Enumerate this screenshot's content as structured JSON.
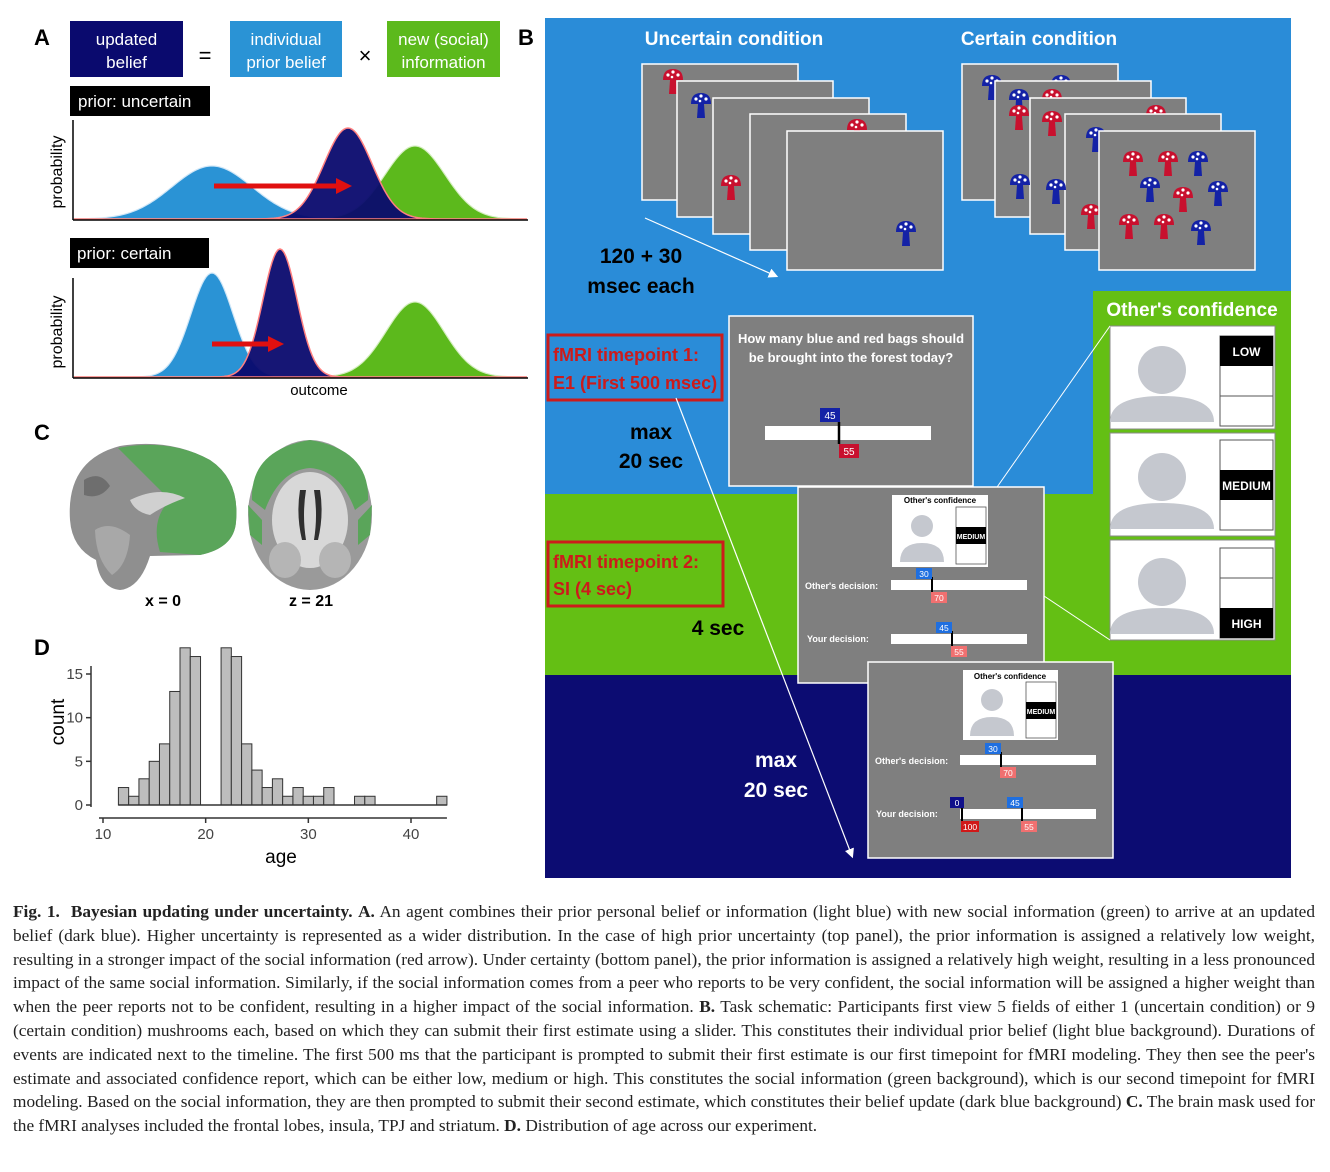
{
  "panelA": {
    "label": "A",
    "eq_updated": [
      "updated",
      "belief"
    ],
    "eq_equals": "=",
    "eq_prior": [
      "individual",
      "prior belief"
    ],
    "eq_times": "×",
    "eq_new": [
      "new (social)",
      "information"
    ],
    "title_uncertain": "prior: uncertain",
    "title_certain": "prior: certain",
    "ylabel": "probability",
    "xlabel": "outcome"
  },
  "panelB": {
    "label": "B",
    "uncertain_title": "Uncertain condition",
    "certain_title": "Certain condition",
    "timing1": [
      "120 + 30",
      "msec each"
    ],
    "timepoint1": [
      "fMRI timepoint 1:",
      "E1 (First 500 msec)"
    ],
    "timing2": [
      "max",
      "20 sec"
    ],
    "question": [
      "How many blue and red bags should",
      "be brought into the forest today?"
    ],
    "slider1_blue": "45",
    "slider1_red": "55",
    "timepoint2": [
      "fMRI timepoint 2:",
      "SI (4 sec)"
    ],
    "timing3": "4 sec",
    "timing4": [
      "max",
      "20 sec"
    ],
    "others_confidence_title": "Other's confidence",
    "confidence_levels": [
      "LOW",
      "MEDIUM",
      "HIGH"
    ],
    "screen2": {
      "conf_title": "Other's confidence",
      "conf_level": "MEDIUM",
      "others_decision_label": "Other's decision:",
      "others_blue": "30",
      "others_red": "70",
      "your_decision_label": "Your decision:",
      "your_blue": "45",
      "your_red": "55"
    },
    "screen3": {
      "conf_title": "Other's confidence",
      "conf_level": "MEDIUM",
      "others_decision_label": "Other's decision:",
      "others_blue": "30",
      "others_red": "70",
      "your_decision_label": "Your decision:",
      "your_blue_new": "0",
      "your_red_new": "100",
      "your_blue_old": "45",
      "your_red_old": "55"
    }
  },
  "panelC": {
    "label": "C",
    "sagittal_label": "x = 0",
    "axial_label": "z = 21"
  },
  "panelD": {
    "label": "D",
    "xlabel": "age",
    "ylabel": "count"
  },
  "chart_data": {
    "type": "bar",
    "title": "",
    "xlabel": "age",
    "ylabel": "count",
    "bin_width": 1,
    "x": [
      12,
      13,
      14,
      15,
      16,
      17,
      18,
      19,
      22,
      23,
      24,
      25,
      26,
      27,
      28,
      29,
      30,
      31,
      32,
      35,
      36,
      43
    ],
    "values": [
      2,
      1,
      3,
      5,
      7,
      13,
      18,
      17,
      18,
      17,
      7,
      4,
      2,
      3,
      1,
      2,
      1,
      1,
      2,
      1,
      1,
      1
    ],
    "xlim": [
      10,
      44
    ],
    "ylim": [
      0,
      19
    ],
    "xticks": [
      "10",
      "20",
      "30",
      "40"
    ],
    "yticks": [
      "0",
      "5",
      "10",
      "15"
    ],
    "grid": false
  },
  "caption": {
    "fig": "Fig. 1.",
    "title": "Bayesian updating under uncertainty.",
    "a_label": "A.",
    "a_text": "An agent combines their prior personal belief or information (light blue) with new social information (green) to arrive at an updated belief (dark blue). Higher uncertainty is represented as a wider distribution. In the case of high prior uncertainty (top panel), the prior information is assigned a relatively low weight, resulting in a stronger impact of the social information (red arrow). Under certainty (bottom panel), the prior information is assigned a relatively high weight, resulting in a less pronounced impact of the same social information. Similarly, if the social information comes from a peer who reports to be very confident, the social information will be assigned a higher weight than when the peer reports not to be confident, resulting in a higher impact of the social information.",
    "b_label": "B.",
    "b_text": "Task schematic: Participants first view 5 fields of either 1 (uncertain condition) or 9 (certain condition) mushrooms each, based on which they can submit their first estimate using a slider. This constitutes their individual prior belief (light blue background). Durations of events are indicated next to the timeline. The first 500 ms that the participant is prompted to submit their first estimate is our first timepoint for fMRI modeling. They then see the peer's estimate and associated confidence report, which can be either low, medium or high. This constitutes the social information (green background), which is our second timepoint for fMRI modeling. Based on the social information, they are then prompted to submit their second estimate, which constitutes their belief update (dark blue background)",
    "c_label": "C.",
    "c_text": "The brain mask used for the fMRI analyses included the frontal lobes, insula, TPJ and striatum.",
    "d_label": "D.",
    "d_text": "Distribution of age across our experiment."
  },
  "colors": {
    "prior_blue": "#2a93d5",
    "social_green": "#5cb91c",
    "updated_navy": "#0a0a6e",
    "arrow_red": "#e01010",
    "panelB_blue": "#2a8cd8",
    "panelB_green": "#64bf14",
    "panelB_navy": "#0c0c72",
    "screen_gray": "#7f7f7f"
  }
}
